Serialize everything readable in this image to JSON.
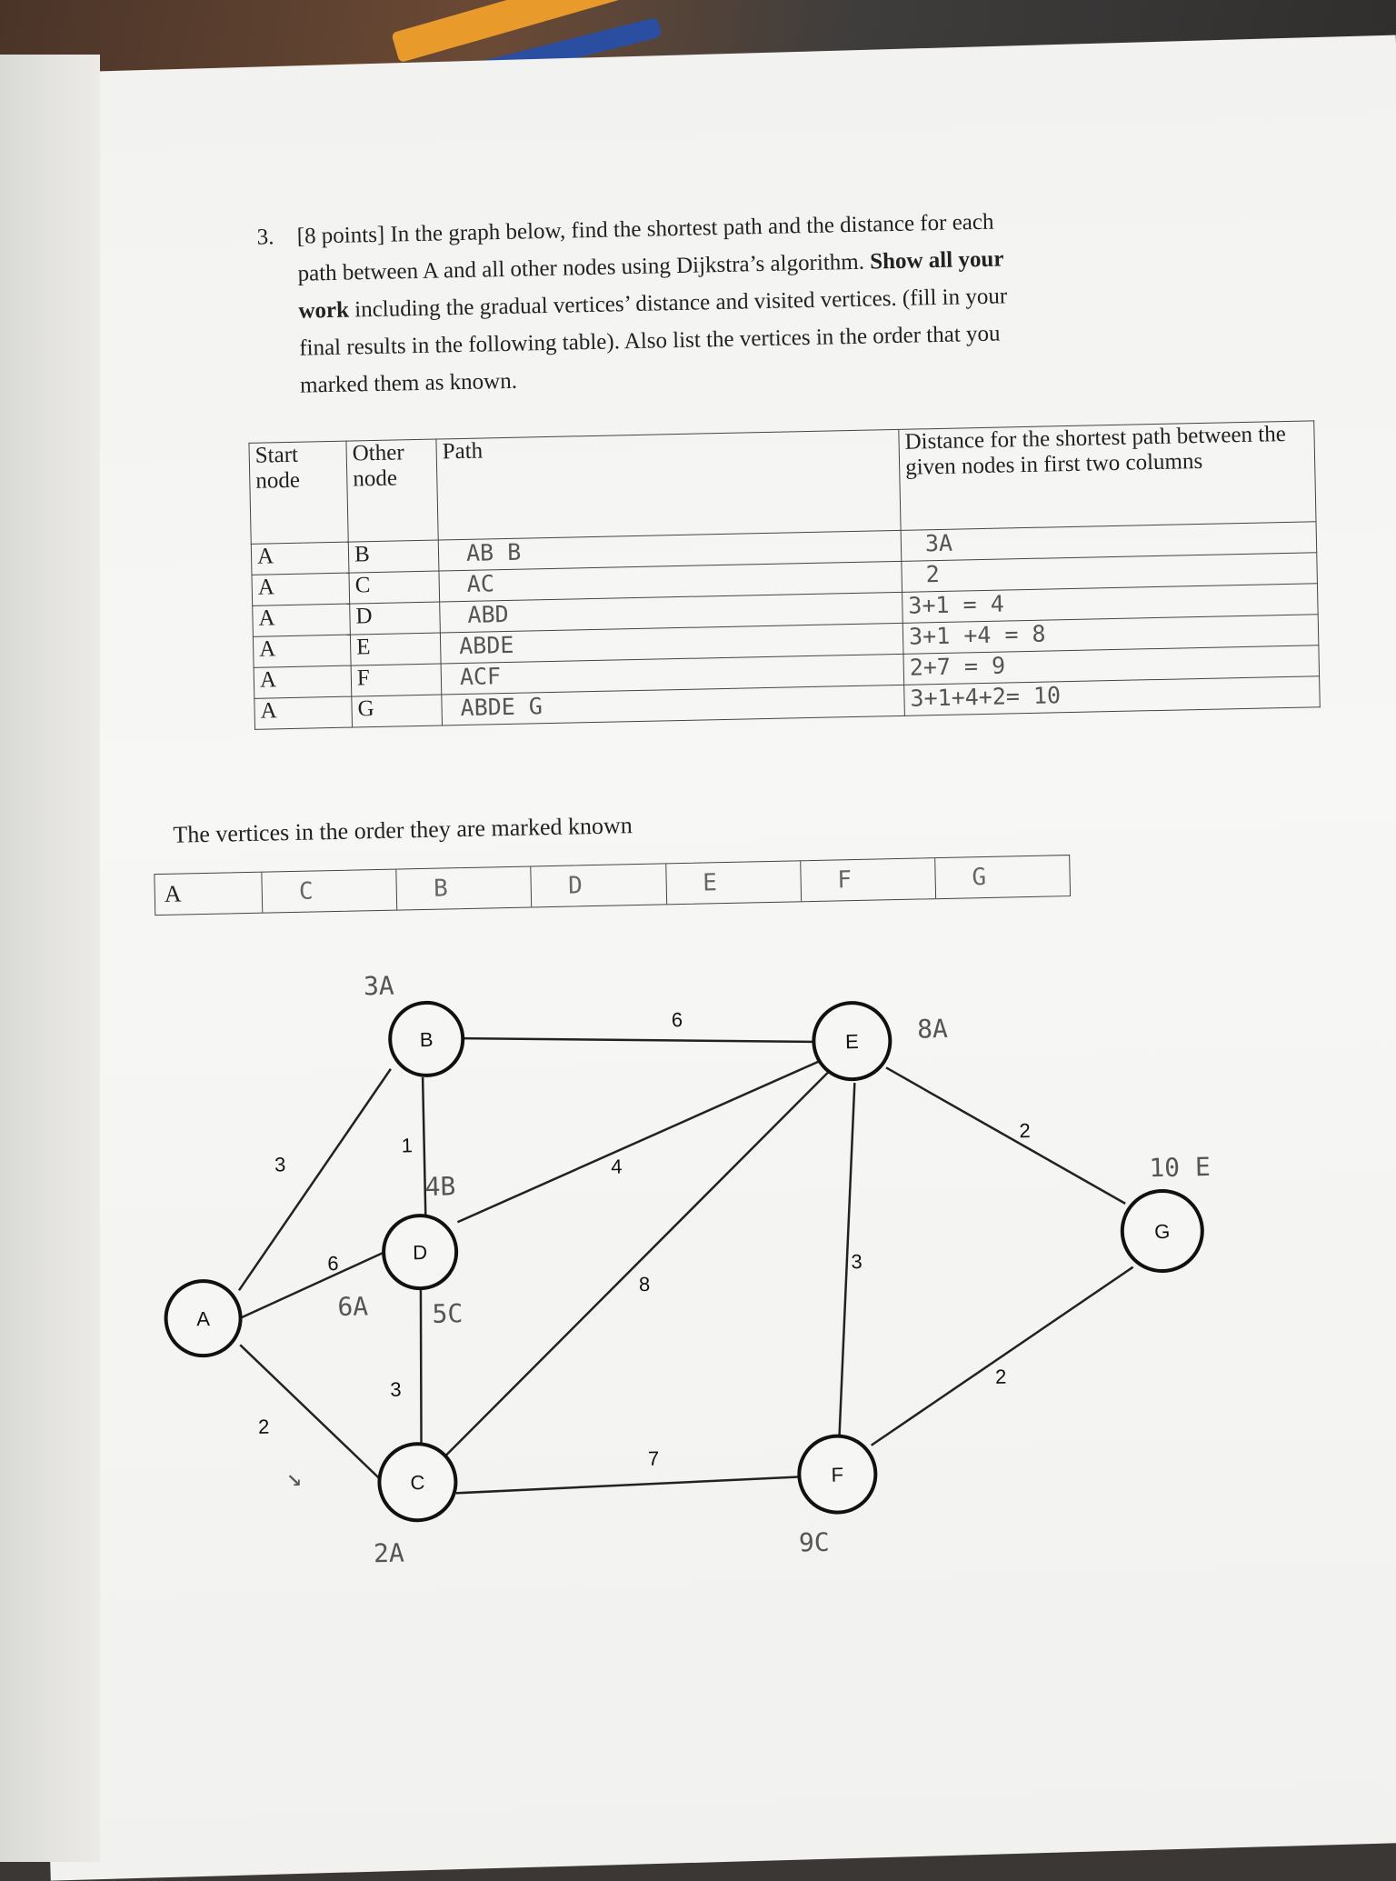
{
  "question": {
    "number": "3.",
    "lines": [
      "[8 points] In the graph below, find the shortest path and the distance for each",
      "path between A and all other nodes using Dijkstra’s algorithm.",
      "Show all your",
      "work",
      "including the gradual vertices’ distance and visited vertices. (fill in your",
      "final results in the following table). Also list the vertices in the order that you",
      "marked them as known."
    ]
  },
  "table": {
    "headers": [
      "Start node",
      "Other node",
      "Path",
      "Distance for the shortest path between the given nodes in first two columns"
    ],
    "rows": [
      {
        "start": "A",
        "other": "B",
        "path": "AB B",
        "dist": "3A"
      },
      {
        "start": "A",
        "other": "C",
        "path": "AC",
        "dist": "2"
      },
      {
        "start": "A",
        "other": "D",
        "path": "ABD",
        "dist": "3+1 = 4"
      },
      {
        "start": "A",
        "other": "E",
        "path": "ABDE",
        "dist": "3+1 +4 = 8"
      },
      {
        "start": "A",
        "other": "F",
        "path": "ACF",
        "dist": "2+7 = 9"
      },
      {
        "start": "A",
        "other": "G",
        "path": "ABDE G",
        "dist": "3+1+4+2= 10"
      }
    ]
  },
  "known": {
    "label": "The vertices in the order they are marked known",
    "cells": [
      "A",
      "C",
      "B",
      "D",
      "E",
      "F",
      "G"
    ]
  },
  "graph": {
    "nodes": [
      "A",
      "B",
      "C",
      "D",
      "E",
      "F",
      "G"
    ],
    "edge_weights": {
      "AB": "3",
      "AD": "6",
      "AC": "2",
      "BD": "1",
      "BE": "6",
      "DE": "4",
      "DC": "3",
      "CE": "8",
      "CF": "7",
      "EF": "3",
      "EG": "2",
      "FG": "2"
    },
    "annotations": {
      "b": "3A",
      "d_top": "4B",
      "d_left": "6A",
      "d_right": "5C",
      "c": "2A",
      "e": "8A",
      "f": "9C",
      "g": "10 E",
      "a_arrow": "↘"
    }
  }
}
